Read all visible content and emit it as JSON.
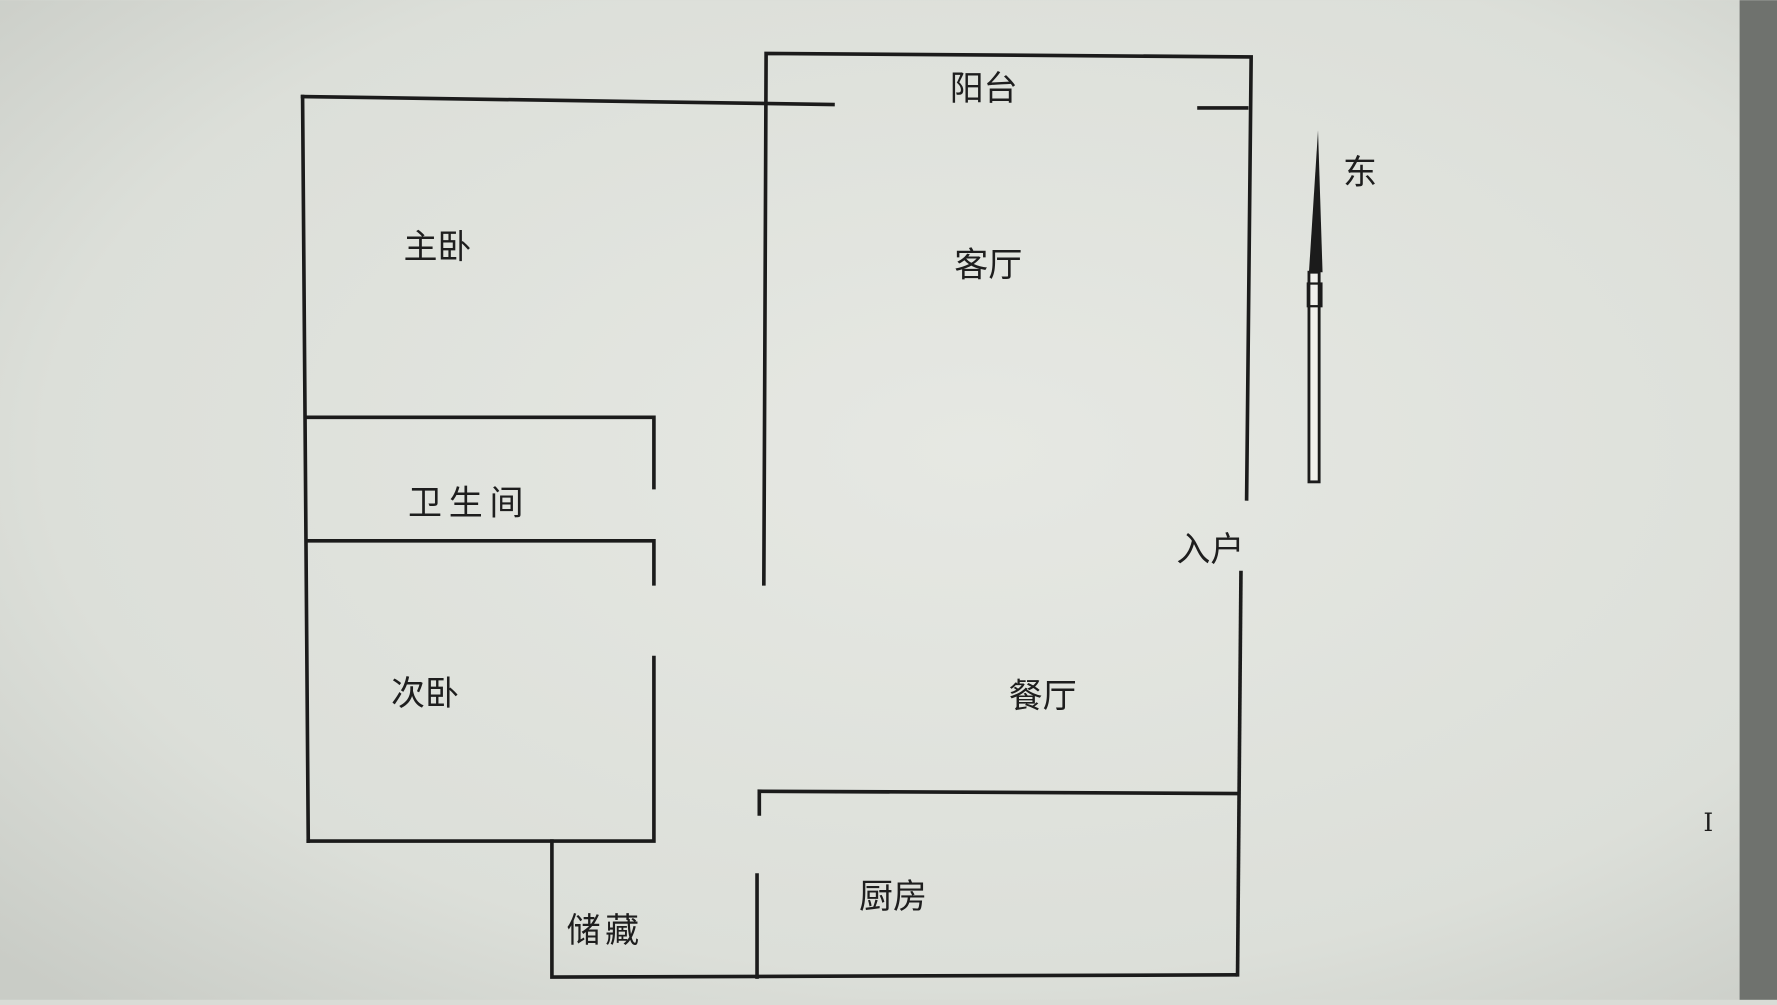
{
  "floorplan": {
    "rooms": {
      "balcony": "阳台",
      "master_bedroom": "主卧",
      "living_room": "客厅",
      "bathroom": "卫生间",
      "entrance": "入户",
      "second_bedroom": "次卧",
      "dining_room": "餐厅",
      "kitchen": "厨房",
      "storage": "储藏"
    },
    "compass_label": "东",
    "cursor_glyph": "I"
  },
  "colors": {
    "background": "#dcdfd9",
    "wall": "#1b1b1b",
    "edge_strip": "#6f726e"
  }
}
